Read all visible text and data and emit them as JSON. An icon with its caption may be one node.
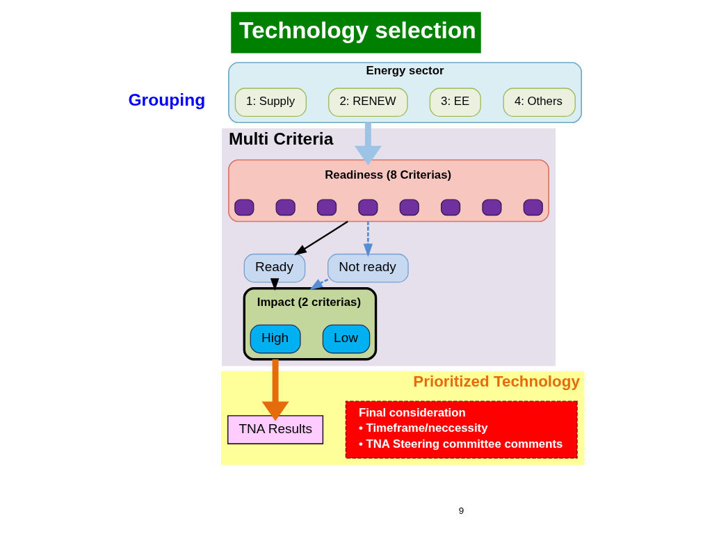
{
  "diagram": {
    "title": "Technology selection",
    "nodes": [
      {
        "text": [
          "Energy sector"
        ]
      },
      {
        "text": [
          "1: Supply"
        ],
        "in": 0
      },
      {
        "text": [
          "2: RENEW"
        ],
        "in": 0
      },
      {
        "text": [
          "3: EE"
        ],
        "in": 0
      },
      {
        "text": [
          "4: Others"
        ],
        "in": 0
      },
      {
        "text": [
          "Multi Criteria"
        ]
      },
      {
        "text": [
          "Readiness (8 Criterias)"
        ],
        "in": 5
      },
      {
        "text": [],
        "shape": "box",
        "in": 6
      },
      {
        "text": [],
        "shape": "box",
        "in": 6
      },
      {
        "text": [],
        "shape": "box",
        "in": 6
      },
      {
        "text": [],
        "shape": "box",
        "in": 6
      },
      {
        "text": [],
        "shape": "box",
        "in": 6
      },
      {
        "text": [],
        "shape": "box",
        "in": 6
      },
      {
        "text": [],
        "shape": "box",
        "in": 6
      },
      {
        "text": [],
        "shape": "box",
        "in": 6
      },
      {
        "text": [
          "Ready"
        ],
        "in": 5
      },
      {
        "text": [
          "Not ready"
        ],
        "in": 5
      },
      {
        "text": [
          "Impact (2 criterias)"
        ],
        "in": 5
      },
      {
        "text": [
          "High"
        ],
        "in": 17
      },
      {
        "text": [
          "Low"
        ],
        "in": 17
      },
      {
        "text": [
          "Prioritized Technology"
        ]
      },
      {
        "text": [
          "TNA Results"
        ],
        "in": 20
      },
      {
        "text": [
          "Final consideration",
          "• Timeframe/neccessity",
          "• TNA Steering committee comments"
        ],
        "in": 20
      }
    ],
    "edges": [
      {
        "from": 0,
        "to": 6,
        "arrow": "to",
        "style": "thick",
        "color": "#9dc3e6"
      },
      {
        "from": 6,
        "to": 15,
        "arrow": "to",
        "color": "#000000"
      },
      {
        "from": 6,
        "to": 16,
        "arrow": "to",
        "style": "dashed",
        "color": "#558ed5"
      },
      {
        "from": 15,
        "to": 17,
        "arrow": "to",
        "color": "#000000"
      },
      {
        "from": 16,
        "to": 17,
        "arrow": "to",
        "style": "dashed",
        "color": "#558ed5"
      },
      {
        "from": 17,
        "to": 21,
        "arrow": "to",
        "style": "thick",
        "color": "#e46c0a"
      }
    ],
    "labels": [
      "Grouping",
      "9"
    ]
  }
}
